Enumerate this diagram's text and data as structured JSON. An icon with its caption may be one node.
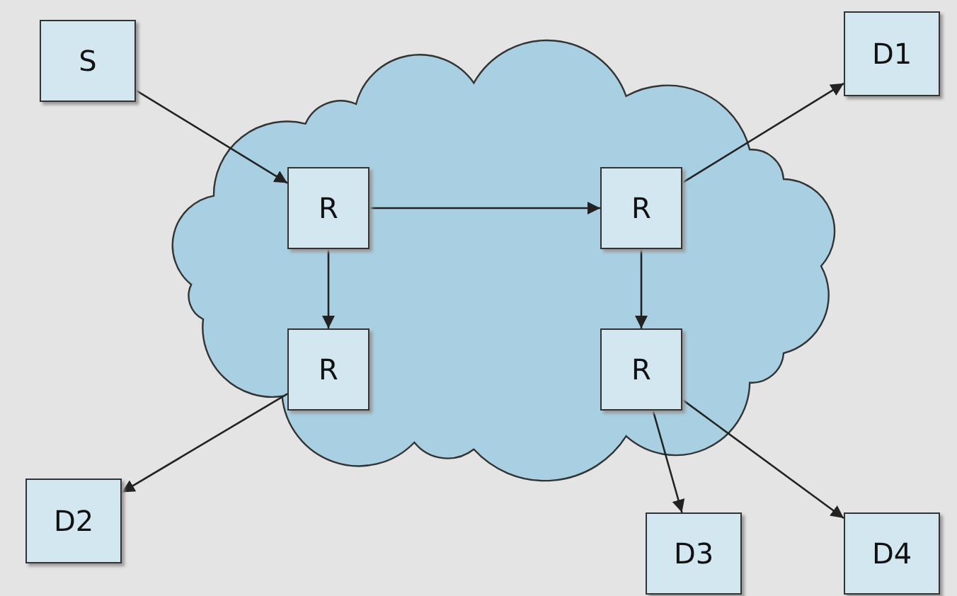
{
  "diagram": {
    "nodes": [
      {
        "text": [
          "S"
        ]
      },
      {
        "text": [
          "D1"
        ]
      },
      {
        "text": [],
        "shape": "cloud"
      },
      {
        "text": [
          "R"
        ],
        "in": 2
      },
      {
        "text": [
          "R"
        ],
        "in": 2
      },
      {
        "text": [
          "R"
        ],
        "in": 2
      },
      {
        "text": [
          "R"
        ],
        "in": 2
      },
      {
        "text": [
          "D2"
        ]
      },
      {
        "text": [
          "D3"
        ]
      },
      {
        "text": [
          "D4"
        ]
      }
    ],
    "edges": [
      {
        "from": 0,
        "to": 3,
        "arrow": "to"
      },
      {
        "from": 3,
        "to": 4,
        "arrow": "to"
      },
      {
        "from": 3,
        "to": 5,
        "arrow": "to"
      },
      {
        "from": 4,
        "to": 1,
        "arrow": "to"
      },
      {
        "from": 4,
        "to": 6,
        "arrow": "to"
      },
      {
        "from": 5,
        "to": 7,
        "arrow": "to"
      },
      {
        "from": 6,
        "to": 8,
        "arrow": "to"
      },
      {
        "from": 6,
        "to": 9,
        "arrow": "to"
      }
    ]
  }
}
